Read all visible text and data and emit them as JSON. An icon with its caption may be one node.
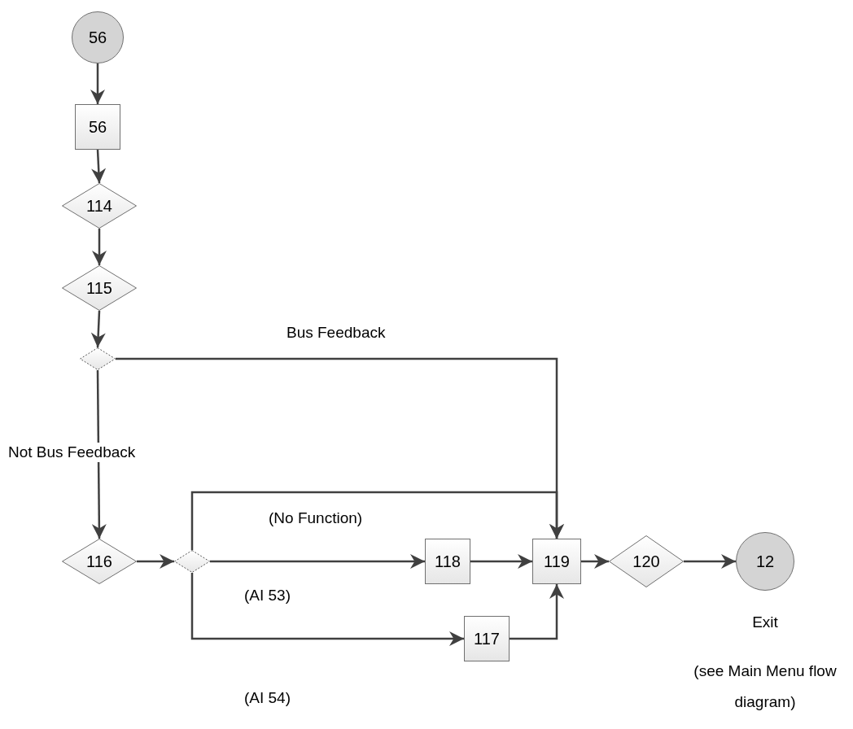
{
  "diagram": {
    "nodes": [
      {
        "text": [
          "56"
        ]
      },
      {
        "text": [
          "56"
        ]
      },
      {
        "text": [
          "114"
        ]
      },
      {
        "text": [
          "115"
        ]
      },
      {
        "text": [],
        "shape": "diamond"
      },
      {
        "text": [
          "116"
        ]
      },
      {
        "text": [],
        "shape": "diamond"
      },
      {
        "text": [
          "118"
        ]
      },
      {
        "text": [
          "119"
        ]
      },
      {
        "text": [
          "120"
        ]
      },
      {
        "text": [
          "12"
        ],
        "beside": [
          "Exit",
          "(see Main Menu flow diagram)"
        ]
      },
      {
        "text": [
          "117"
        ]
      }
    ],
    "edges": [
      {
        "from": 0,
        "to": 1,
        "arrow": "to"
      },
      {
        "from": 1,
        "to": 2,
        "arrow": "to"
      },
      {
        "from": 2,
        "to": 3,
        "arrow": "to"
      },
      {
        "from": 3,
        "to": 4,
        "arrow": "to"
      },
      {
        "from": 4,
        "to": 8,
        "arrow": "to",
        "label": "Bus Feedback"
      },
      {
        "from": 4,
        "to": 5,
        "arrow": "to",
        "label": "Not Bus Feedback"
      },
      {
        "from": 5,
        "to": 6,
        "arrow": "to"
      },
      {
        "from": 6,
        "to": 8,
        "arrow": "to",
        "label": "(No Function)"
      },
      {
        "from": 6,
        "to": 7,
        "arrow": "to",
        "label": "(AI 53)"
      },
      {
        "from": 6,
        "to": 11,
        "arrow": "to",
        "label": "(AI 54)"
      },
      {
        "from": 7,
        "to": 8,
        "arrow": "to"
      },
      {
        "from": 11,
        "to": 8,
        "arrow": "to"
      },
      {
        "from": 8,
        "to": 9,
        "arrow": "to"
      },
      {
        "from": 9,
        "to": 10,
        "arrow": "to"
      }
    ]
  }
}
